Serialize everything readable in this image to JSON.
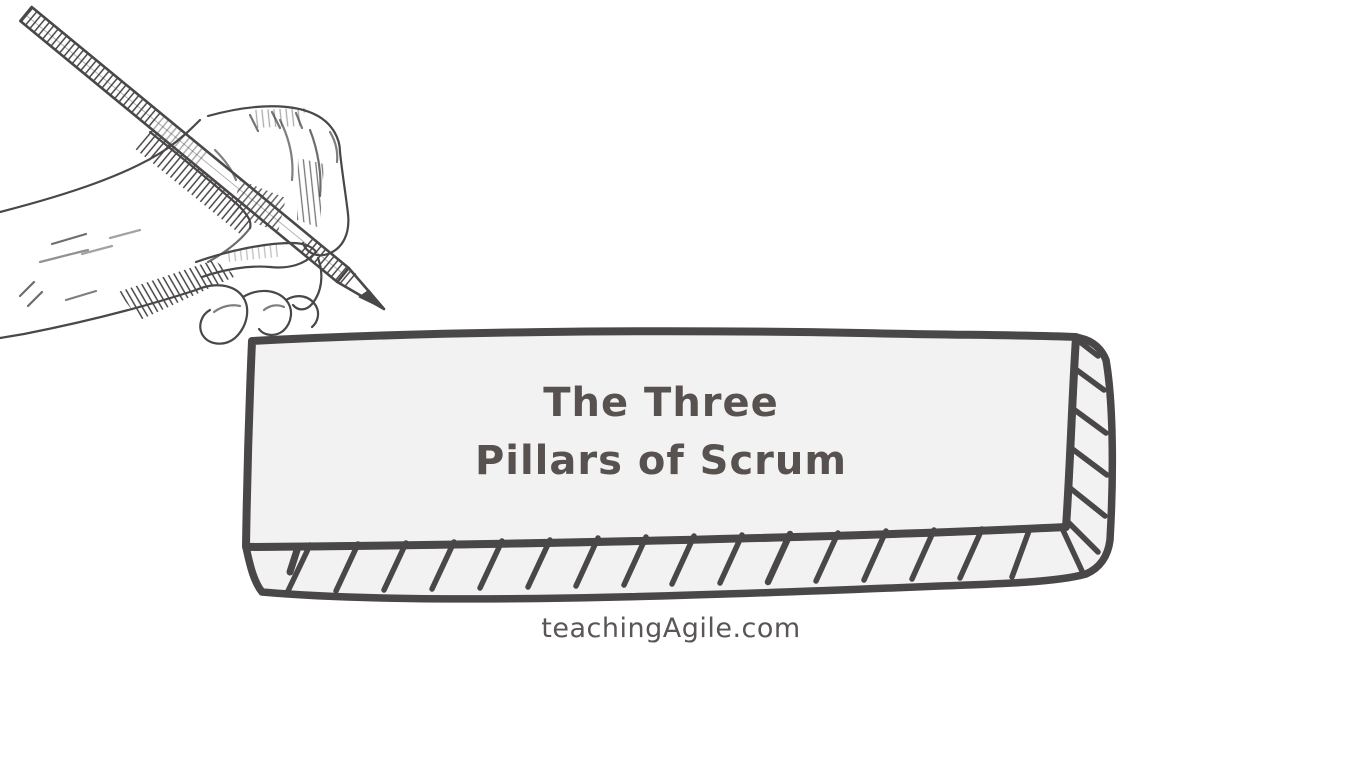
{
  "page": {
    "background_color": "#ffffff"
  },
  "banner": {
    "title_line1": "The Three",
    "title_line2": "Pillars of Scrum",
    "text_color": "#575150",
    "board_fill_color": "#f3f2f2",
    "ink_color": "#4a4748"
  },
  "footer": {
    "brand": "teachingAgile.com",
    "text_color": "#5a5656"
  },
  "illustration": {
    "description": "hand-drawn sketch of a hand holding a pencil above a 3D banner board"
  }
}
